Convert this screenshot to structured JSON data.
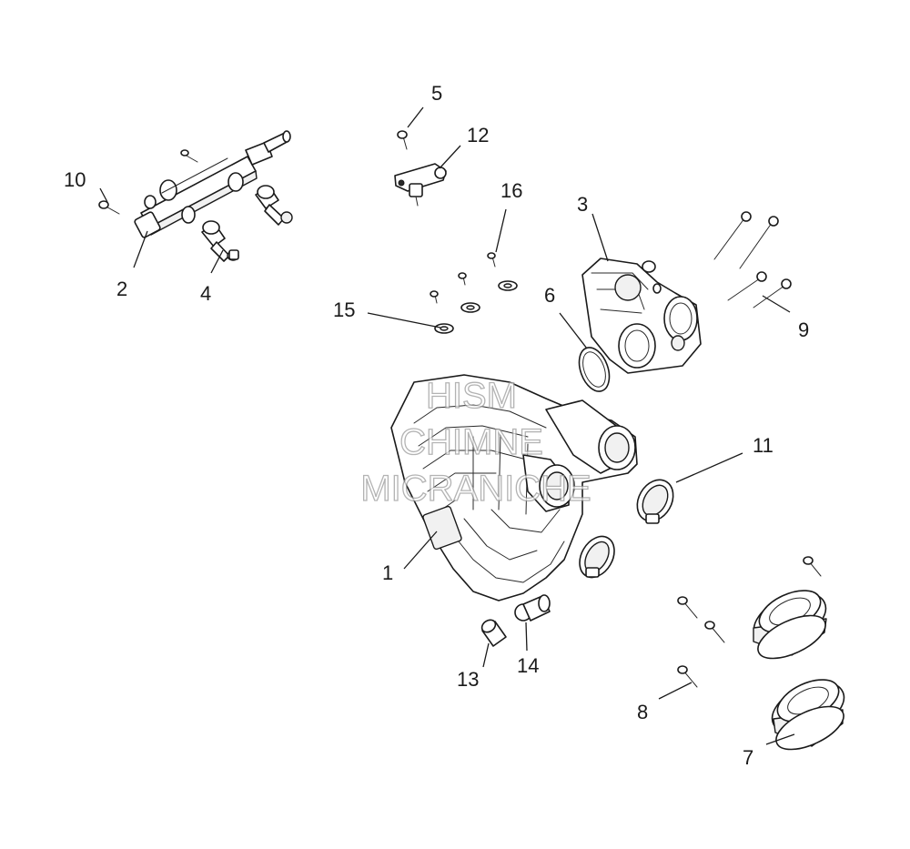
{
  "watermark": {
    "line1": "HISM",
    "line2": "CHIMNE",
    "line3": "MICRANICHE",
    "color": "#9a9a9a"
  },
  "callouts": [
    "1",
    "2",
    "3",
    "4",
    "5",
    "6",
    "7",
    "8",
    "9",
    "10",
    "11",
    "12",
    "13",
    "14",
    "15",
    "16"
  ],
  "colors": {
    "line": "#1a1a1a",
    "fill": "#ffffff",
    "shade": "#f1f1f1"
  }
}
